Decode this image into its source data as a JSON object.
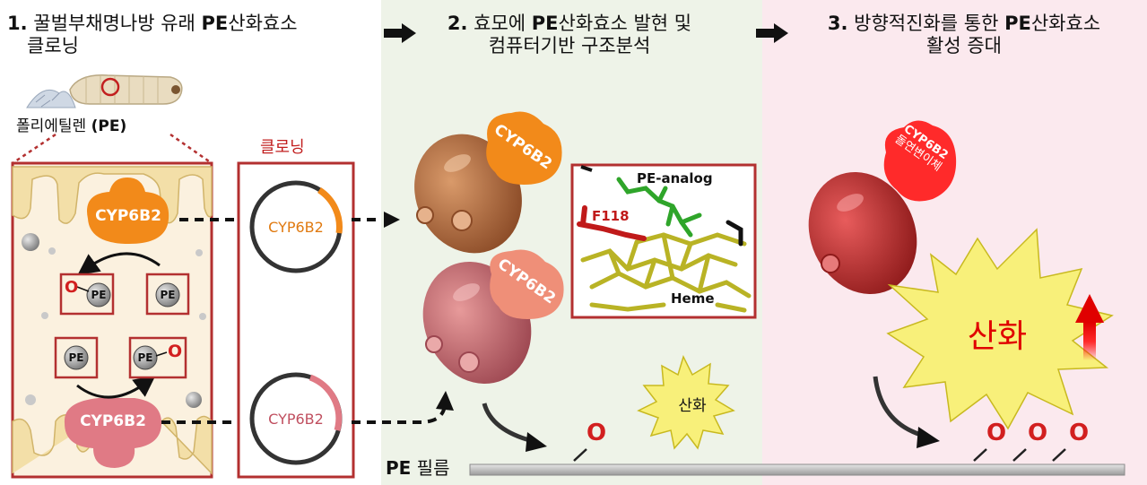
{
  "steps": [
    {
      "num": "1.",
      "line1_pre": "꿀벌부채명나방 유래 ",
      "line1_bold": "PE",
      "line1_post": "산화효소",
      "line2": "클로닝"
    },
    {
      "num": "2.",
      "line1_pre": "효모에 ",
      "line1_bold": "PE",
      "line1_post": "산화효소 발현 및",
      "line2": "컴퓨터기반 구조분석"
    },
    {
      "num": "3.",
      "line1_pre": "방향적진화를 통한 ",
      "line1_bold": "PE",
      "line1_post": "산화효소",
      "line2": "활성 증대"
    }
  ],
  "polyethylene_label_pre": "폴리에틸렌 ",
  "polyethylene_label_bold": "(PE)",
  "cloning_label": "클로닝",
  "enzyme_name": "CYP6B2",
  "pe_label": "PE",
  "oxygen_label": "O",
  "structure": {
    "ligand": "PE-analog",
    "residue": "F118",
    "cofactor": "Heme"
  },
  "oxidation_label": "산화",
  "mutant_label": "돌연변이체",
  "film_label_bold": "PE",
  "film_label_rest": " 필름",
  "colors": {
    "panel2_bg": "#eef3e8",
    "panel3_bg": "#fbe9ee",
    "red": "#d21f1f",
    "orange": "#f28a1a",
    "frame": "#b33030"
  }
}
